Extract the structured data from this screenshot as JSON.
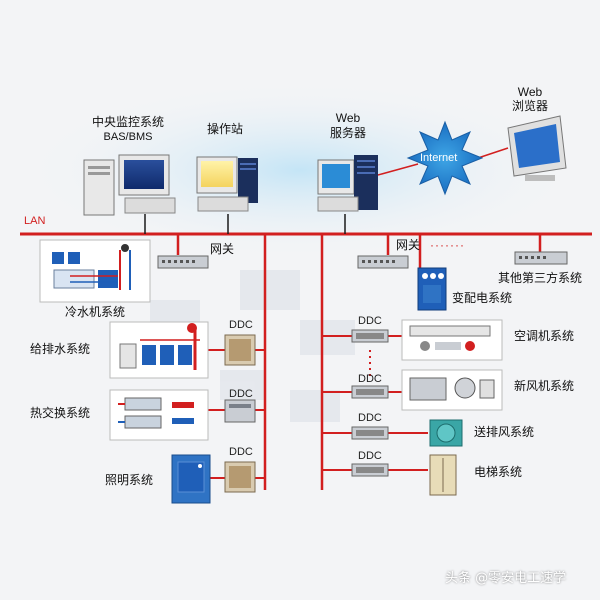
{
  "top": {
    "central": {
      "line1": "中央监控系统",
      "line2": "BAS/BMS"
    },
    "operator": "操作站",
    "web_server": {
      "line1": "Web",
      "line2": "服务器"
    },
    "web_browser": {
      "line1": "Web",
      "line2": "浏览器"
    },
    "internet": "Internet",
    "lan": "LAN"
  },
  "gateways": {
    "left": "网关",
    "right": "网关",
    "right_dots": "·······"
  },
  "left_systems": {
    "chiller": "冷水机系统",
    "water": "给排水系统",
    "heat_exchange": "热交换系统",
    "lighting": "照明系统"
  },
  "right_systems": {
    "third_party": "其他第三方系统",
    "substation": "变配电系统",
    "ac": "空调机系统",
    "fresh_air": "新风机系统",
    "ventilation": "送排风系统",
    "elevator": "电梯系统"
  },
  "ddc": {
    "water": "DDC",
    "heat": "DDC",
    "lighting": "DDC",
    "ac": "DDC",
    "fresh_air": "DDC",
    "ventilation": "DDC",
    "elevator": "DDC"
  },
  "watermark": "头条 @零安电工速学",
  "colors": {
    "bus": "#d21f1f",
    "equipment_blue": "#1f5fb8",
    "panel_gray": "#c9cdd3",
    "background": "#f3f4f6"
  }
}
